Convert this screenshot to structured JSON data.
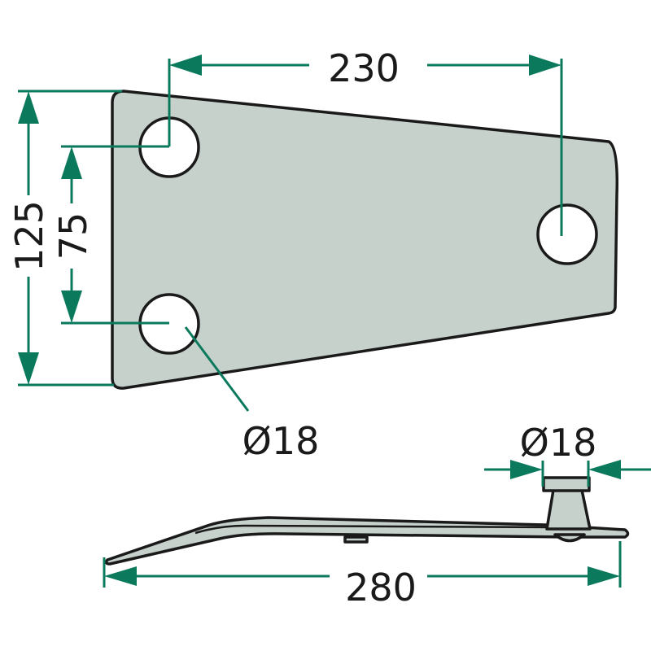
{
  "dimensions": {
    "hole_spacing_length": "230",
    "plate_height": "125",
    "hole_spacing_height": "75",
    "hole_diameter": "Ø18",
    "pin_diameter": "Ø18",
    "overall_length": "280"
  },
  "colors": {
    "dimension": "#0b7a5c",
    "part_fill": "#c7d1cc",
    "outline": "#1a1a1a"
  }
}
